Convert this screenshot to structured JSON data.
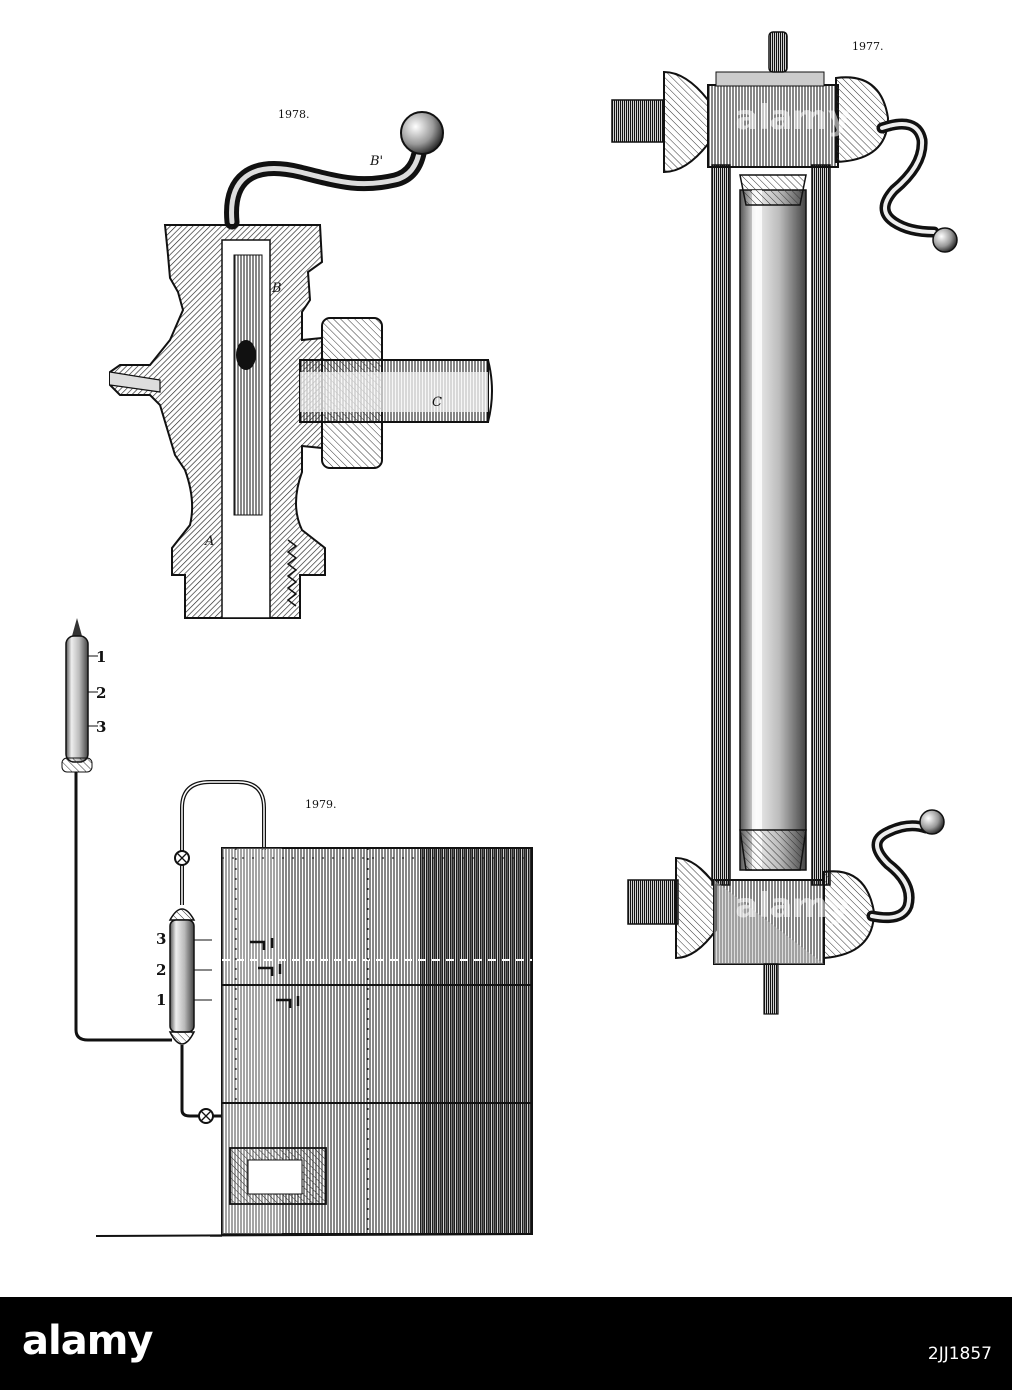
{
  "figures": {
    "fig1978": {
      "number": "1978.",
      "labels": {
        "b_prime": "B'",
        "b": "B",
        "a": "A",
        "c": "C"
      }
    },
    "fig1977": {
      "number": "1977."
    },
    "fig1979": {
      "number": "1979.",
      "small_gauge_levels": [
        "1",
        "2",
        "3"
      ],
      "large_gauge_levels": [
        "3",
        "2",
        "1"
      ]
    }
  },
  "stock": {
    "logo_text": "alamy",
    "image_code": "2JJ1857"
  },
  "colors": {
    "ink": "#111111",
    "paper": "#ffffff",
    "bar": "#000000"
  }
}
